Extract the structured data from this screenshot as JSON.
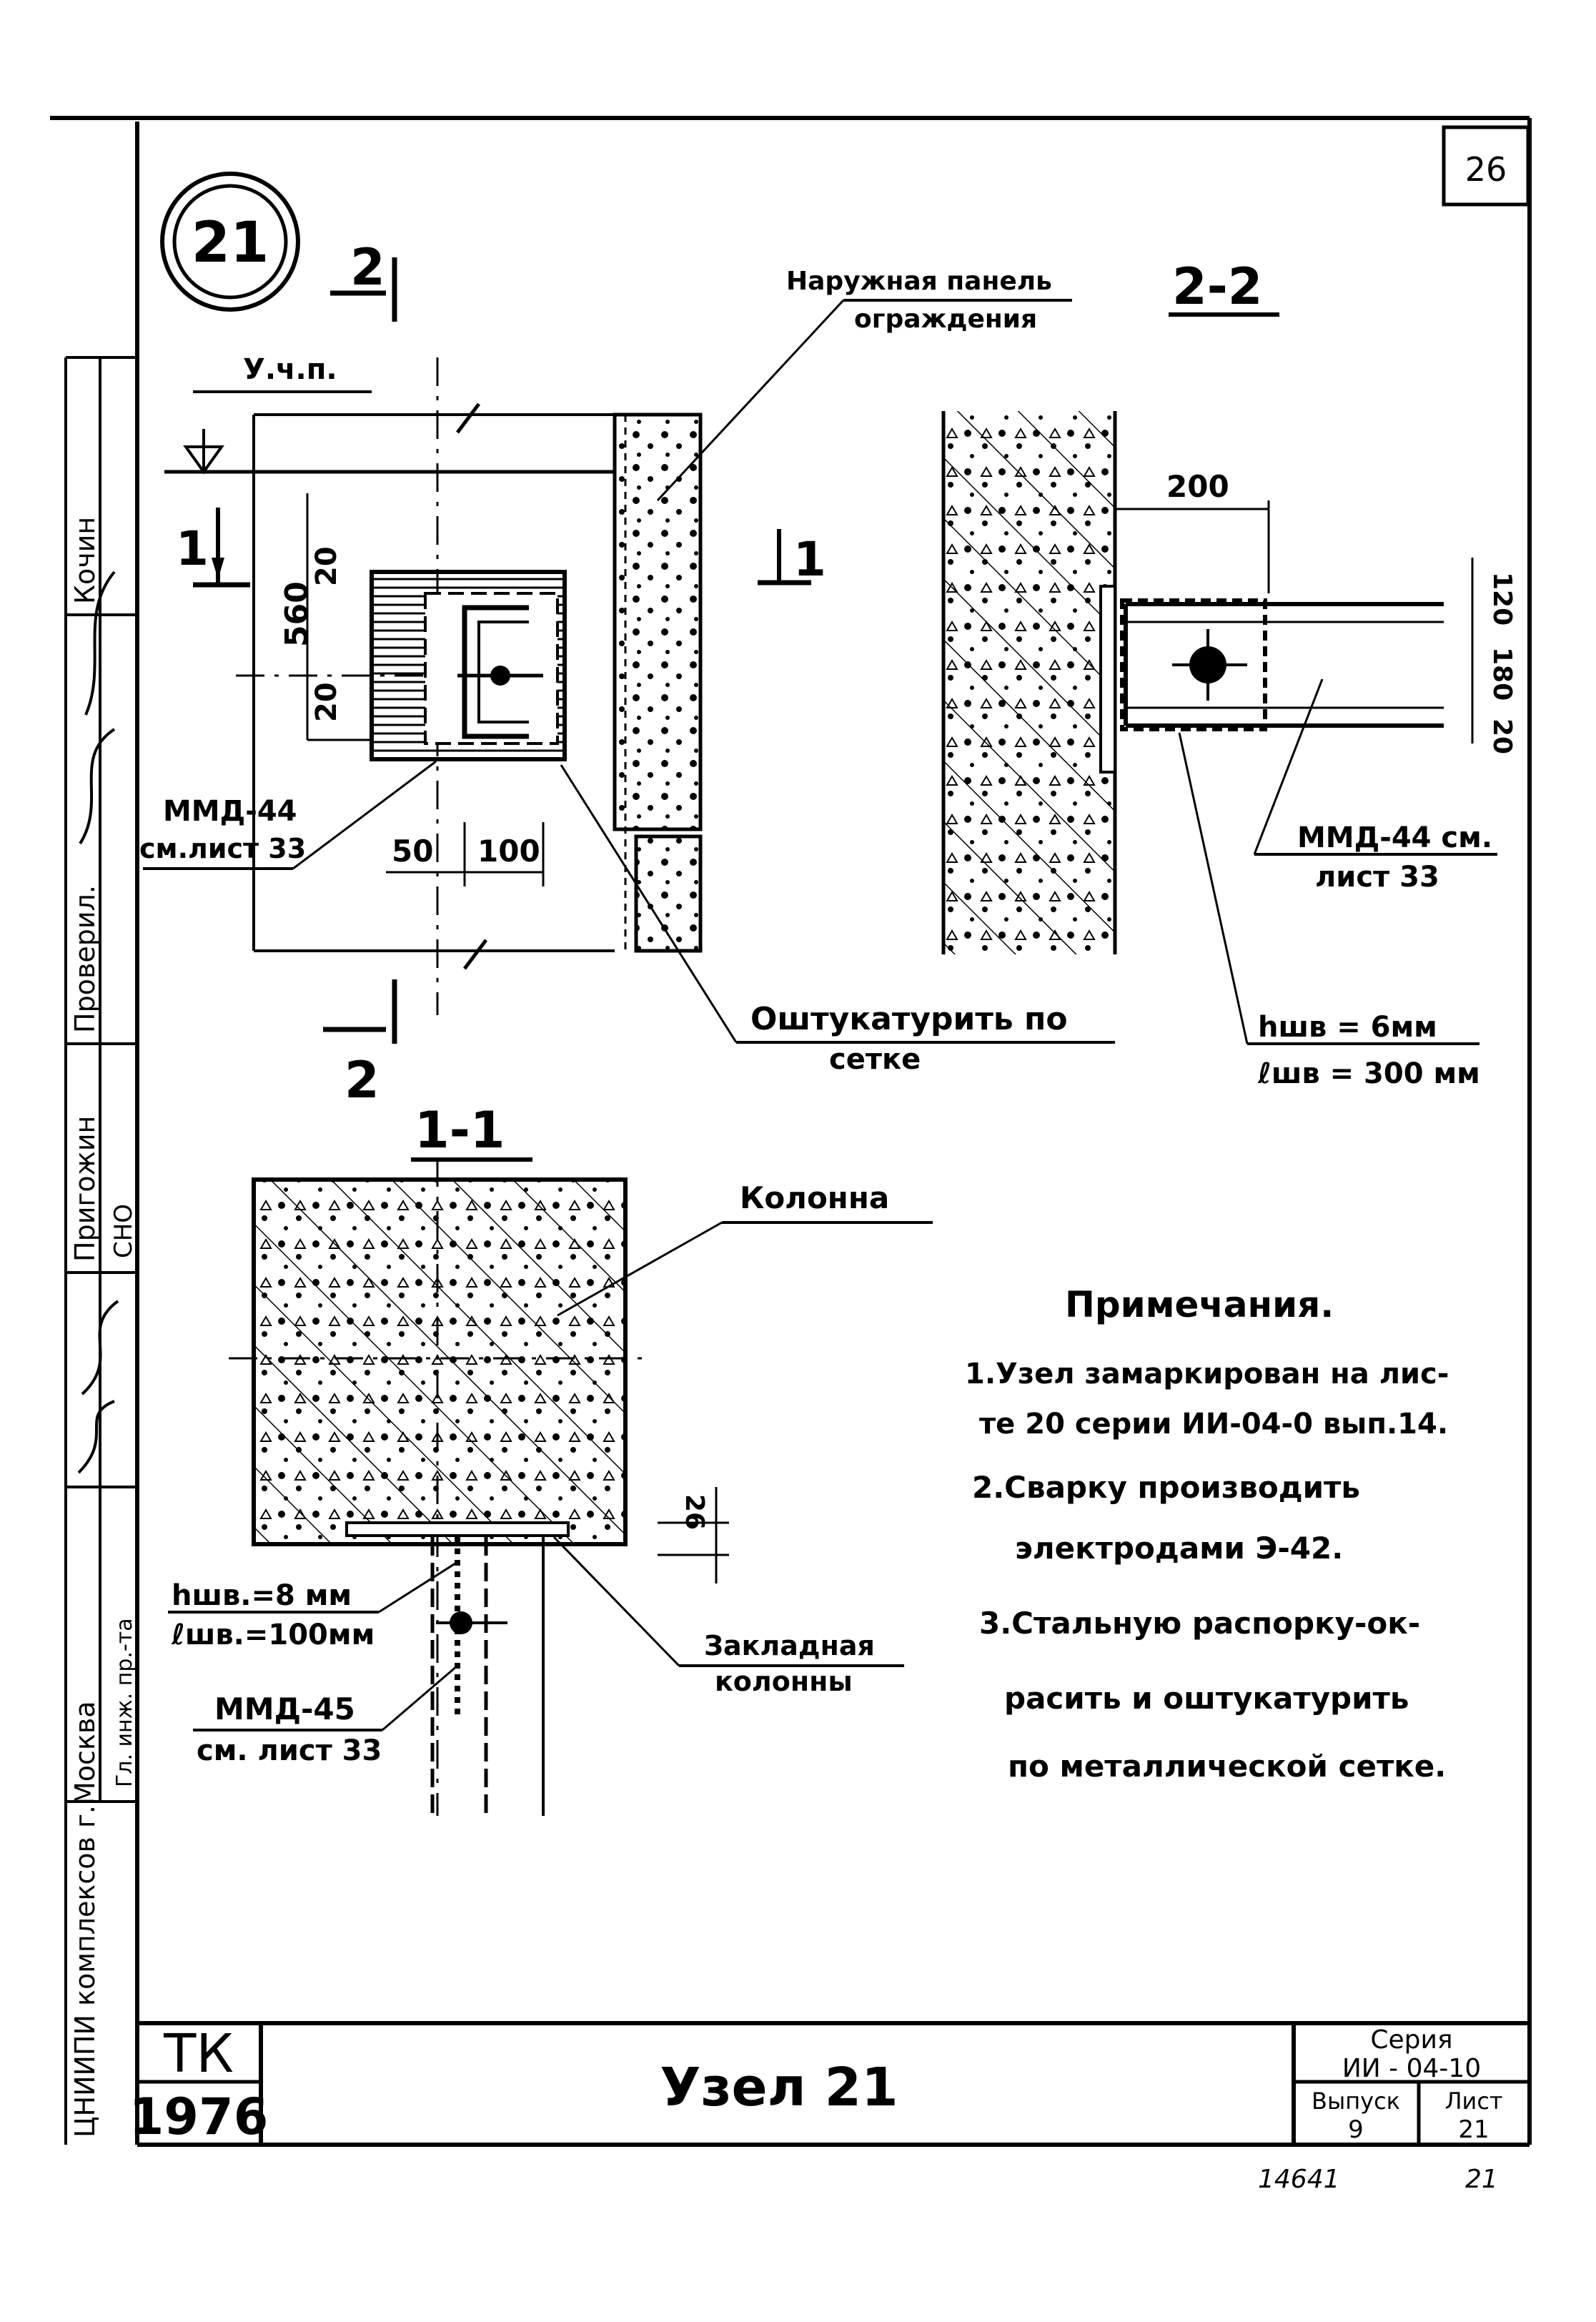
{
  "sheet_number_box": "26",
  "node_marker": "21",
  "node_title": "Узел 21",
  "label_outer_panel": [
    "Наружная панель",
    "ограждения"
  ],
  "section_2_2_title": "2-2",
  "section_1_1_title": "1-1",
  "cut_mark_2": "2",
  "cut_mark_1": "1",
  "level_label": "У.ч.п.",
  "dims": {
    "d20a": "20",
    "d560": "560",
    "d20b": "20",
    "d50": "50",
    "d100": "100",
    "d200": "200",
    "d120": "120",
    "d180": "180",
    "d20c": "20",
    "d26": "26"
  },
  "callout_mmd44_left": [
    "ММД-44",
    "см.лист 33"
  ],
  "callout_mmd44_right": [
    "ММД-44 см.",
    "лист 33"
  ],
  "callout_plaster": [
    "Оштукатурить по",
    "сетке"
  ],
  "callout_weld_right": [
    "hшв = 6мм",
    "ℓшв = 300 мм"
  ],
  "callout_column": "Колонна",
  "callout_weld_left": [
    "hшв.=8 мм",
    "ℓшв.=100мм"
  ],
  "callout_mmd45": [
    "ММД-45",
    "см. лист 33"
  ],
  "callout_embedded": [
    "Закладная",
    "колонны"
  ],
  "notes": {
    "title": "Примечания.",
    "lines": [
      "1.Узел замаркирован на лис-",
      "те 20 серии ИИ-04-0 вып.14.",
      "2.Сварку производить",
      "электродами Э-42.",
      "3.Стальную распорку-ок-",
      "расить и оштукатурить",
      "по металлической сетке."
    ]
  },
  "side_stamp": {
    "rows": [
      "Кочин",
      "Проверил.",
      "Пригожин",
      "СНО",
      "Гл. инж. пр.-та"
    ],
    "org": "ЦНИИПИ комплексов г.Москва"
  },
  "title_block": {
    "tk": "ТК",
    "year": "1976",
    "series_label": "Серия",
    "series_value": "ИИ - 04-10",
    "issue_label": "Выпуск",
    "issue_value": "9",
    "sheet_label": "Лист",
    "sheet_value": "21"
  },
  "bottom_note_left": "14641",
  "bottom_note_right": "21"
}
